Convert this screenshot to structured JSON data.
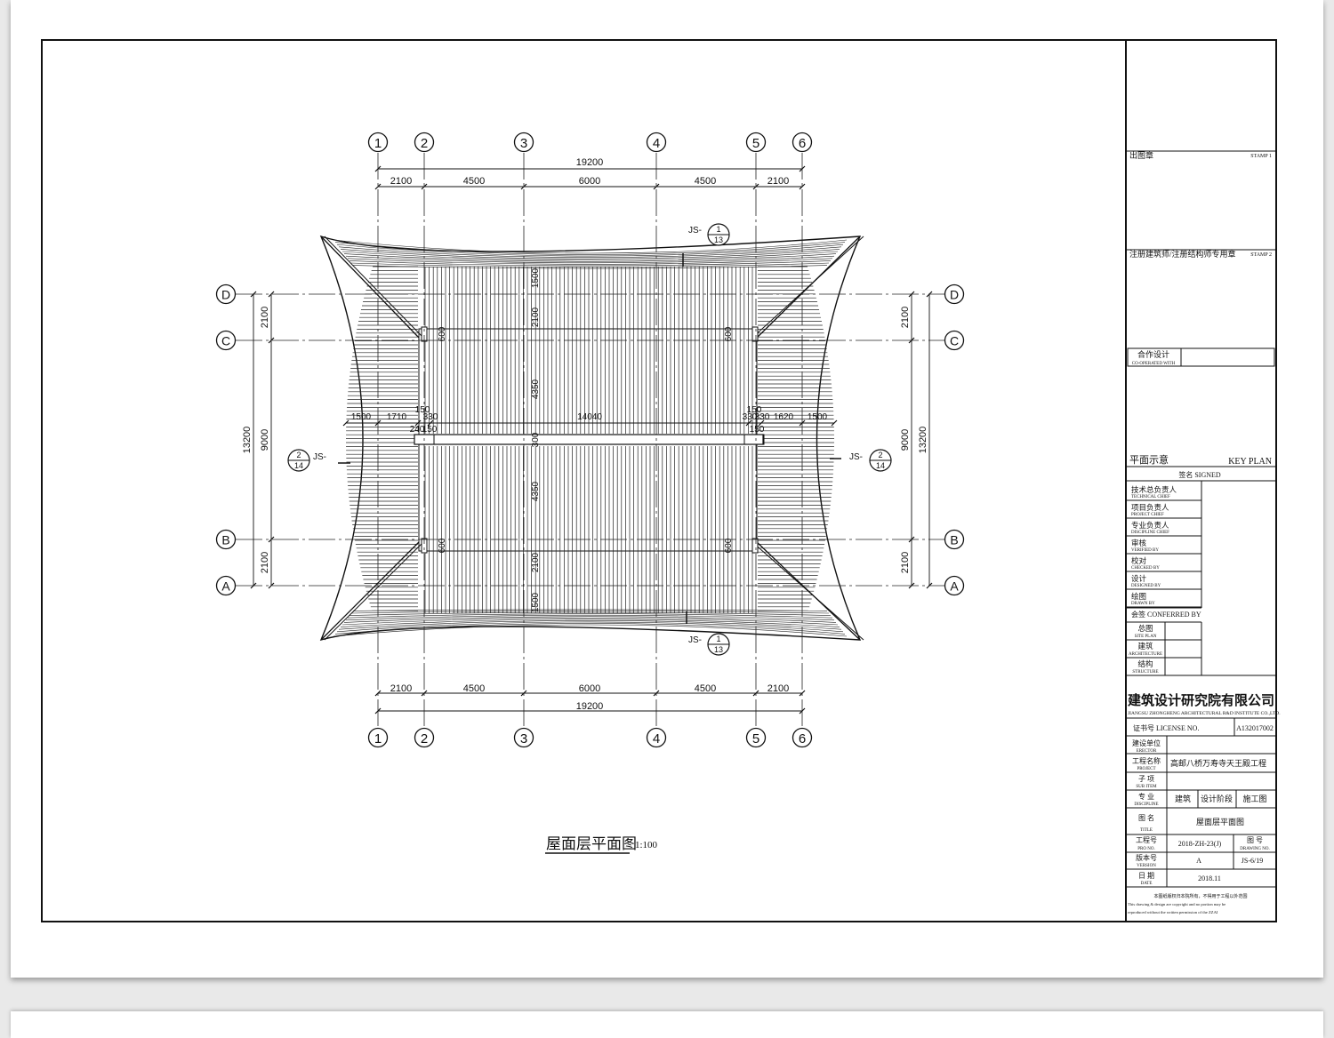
{
  "drawing": {
    "title": "屋面层平面图",
    "scale": "1:100",
    "grid_x_labels": [
      "1",
      "2",
      "3",
      "4",
      "5",
      "6"
    ],
    "grid_y_labels": [
      "D",
      "C",
      "B",
      "A"
    ],
    "dims_top_total": "19200",
    "dims_top": [
      "2100",
      "4500",
      "6000",
      "4500",
      "2100"
    ],
    "dims_bottom": [
      "2100",
      "4500",
      "6000",
      "4500",
      "2100"
    ],
    "dims_bottom_total": "19200",
    "dims_left": [
      "2100",
      "9000",
      "2100"
    ],
    "dims_left_total": "13200",
    "dims_right": [
      "2100",
      "9000",
      "2100"
    ],
    "dims_right_total": "13200",
    "dims_ridge_left": [
      "1500",
      "1710",
      "330"
    ],
    "dims_ridge_center": "14040",
    "dims_ridge_right": [
      "330",
      "330",
      "1620",
      "1500"
    ],
    "dims_ridge_small": [
      "150",
      "150",
      "240",
      "150",
      "150"
    ],
    "dims_inner_vertical": [
      "1500",
      "2100",
      "4350",
      "300",
      "4350",
      "2100",
      "1500"
    ],
    "dims_600": "600",
    "section_marks": [
      {
        "prefix": "JS-",
        "num": "1",
        "sheet": "13"
      },
      {
        "prefix": "JS-",
        "num": "2",
        "sheet": "14"
      }
    ]
  },
  "title_block": {
    "stamp1_cn": "出图章",
    "stamp1_en": "STAMP 1",
    "stamp2_cn": "注册建筑师/注册结构师专用章",
    "stamp2_en": "STAMP 2",
    "cooperated_cn": "合作设计",
    "cooperated_en": "CO-OPERATED WITH",
    "keyplan_cn": "平面示意",
    "keyplan_en": "KEY PLAN",
    "signed": "签名 SIGNED",
    "roles": [
      {
        "cn": "技术总负责人",
        "en": "TECHNICAL CHIEF"
      },
      {
        "cn": "项目负责人",
        "en": "PROJECT CHIEF"
      },
      {
        "cn": "专业负责人",
        "en": "DISCIPLINE CHIEF"
      },
      {
        "cn": "审核",
        "en": "VERIFIED BY"
      },
      {
        "cn": "校对",
        "en": "CHECKED BY"
      },
      {
        "cn": "设计",
        "en": "DESIGNED BY"
      },
      {
        "cn": "绘图",
        "en": "DRAWN BY"
      }
    ],
    "conferred": "会签 CONFERRED BY",
    "conferred_rows": [
      {
        "cn": "总图",
        "en": "SITE PLAN"
      },
      {
        "cn": "建筑",
        "en": "ARCHITECTURE"
      },
      {
        "cn": "结构",
        "en": "STRUCTURE"
      }
    ],
    "company_cn": "建筑设计研究院有限公司",
    "company_en": "JIANGSU ZHONGHENG ARCHITECTURAL R&D INSTITUTE CO.,LTD.",
    "license_label": "证书号  LICENSE NO.",
    "license_no": "A132017002",
    "erector_cn": "建设单位",
    "erector_en": "ERECTOR",
    "project_cn": "工程名称",
    "project_en": "PROJECT",
    "project_value": "高邮八桥万寿寺天王殿工程",
    "subitem_cn": "子  项",
    "subitem_en": "SUB ITEM",
    "discipline_cn": "专  业",
    "discipline_en": "DISCIPLINE",
    "discipline_value": "建筑",
    "stage_label": "设计阶段",
    "stage_value": "施工图",
    "title_cn": "图  名",
    "title_en": "TITLE",
    "title_value": "屋面层平面图",
    "projno_cn": "工程号",
    "projno_en": "PRO NO.",
    "projno_value": "2018-ZH-23(J)",
    "drawno_cn": "图  号",
    "drawno_en": "DRAWING NO.",
    "version_cn": "版本号",
    "version_en": "VERSION",
    "version_value": "A",
    "drawno_value": "JS-6/19",
    "date_cn": "日  期",
    "date_en": "DATE",
    "date_value": "2018.11",
    "copyright_cn": "本图纸版权归本院所有，不得用于工程以外范围",
    "copyright_en1": "This drawing & design are copyright and no portion may be",
    "copyright_en2": "reproduced without the written permission of the ZZAI"
  }
}
